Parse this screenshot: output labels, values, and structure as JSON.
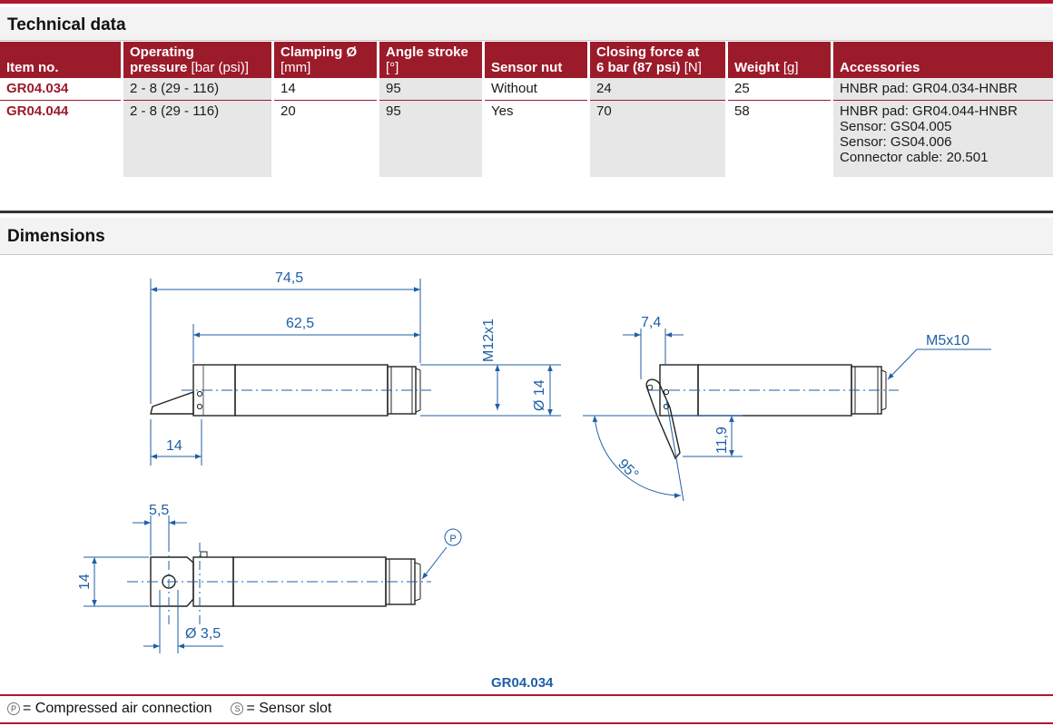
{
  "technical": {
    "title": "Technical data",
    "headers": {
      "item": "Item no.",
      "pressure_main": "Operating",
      "pressure_main2": "pressure",
      "pressure_unit": " [bar (psi)]",
      "clamping_main": "Clamping Ø",
      "clamping_unit": "[mm]",
      "angle_main": "Angle stroke",
      "angle_unit": "[°]",
      "sensor": "Sensor nut",
      "force_main": "Closing force at",
      "force_main2": "6 bar (87 psi)",
      "force_unit": " [N]",
      "weight_main": "Weight",
      "weight_unit": " [g]",
      "accessories": "Accessories"
    },
    "rows": [
      {
        "item": "GR04.034",
        "pressure": "2 - 8 (29 - 116)",
        "clamping": "14",
        "angle": "95",
        "sensor": "Without",
        "force": "24",
        "weight": "25",
        "accessories": [
          "HNBR pad: GR04.034-HNBR"
        ]
      },
      {
        "item": "GR04.044",
        "pressure": "2 - 8 (29 - 116)",
        "clamping": "20",
        "angle": "95",
        "sensor": "Yes",
        "force": "70",
        "weight": "58",
        "accessories": [
          "HNBR pad: GR04.044-HNBR",
          "Sensor: GS04.005",
          "Sensor: GS04.006",
          "Connector cable: 20.501"
        ]
      }
    ]
  },
  "dimensions": {
    "title": "Dimensions",
    "labels": {
      "len_total": "74,5",
      "len_body": "62,5",
      "thread_side": "M12x1",
      "dia": "Ø 14",
      "jaw": "14",
      "dim_7_4": "7,4",
      "thread_m5": "M5x10",
      "dim_11_9": "11,9",
      "angle": "95°",
      "dim_5_5": "5,5",
      "dim_14_v": "14",
      "hole": "Ø 3,5",
      "port_marker": "P"
    },
    "caption": "GR04.034"
  },
  "legend": {
    "p_symbol": "P",
    "p_text": "= Compressed air connection",
    "s_symbol": "S",
    "s_text": "= Sensor slot"
  },
  "colors": {
    "brand_red": "#9c1b2b",
    "dimension_blue": "#1f5fa6"
  }
}
